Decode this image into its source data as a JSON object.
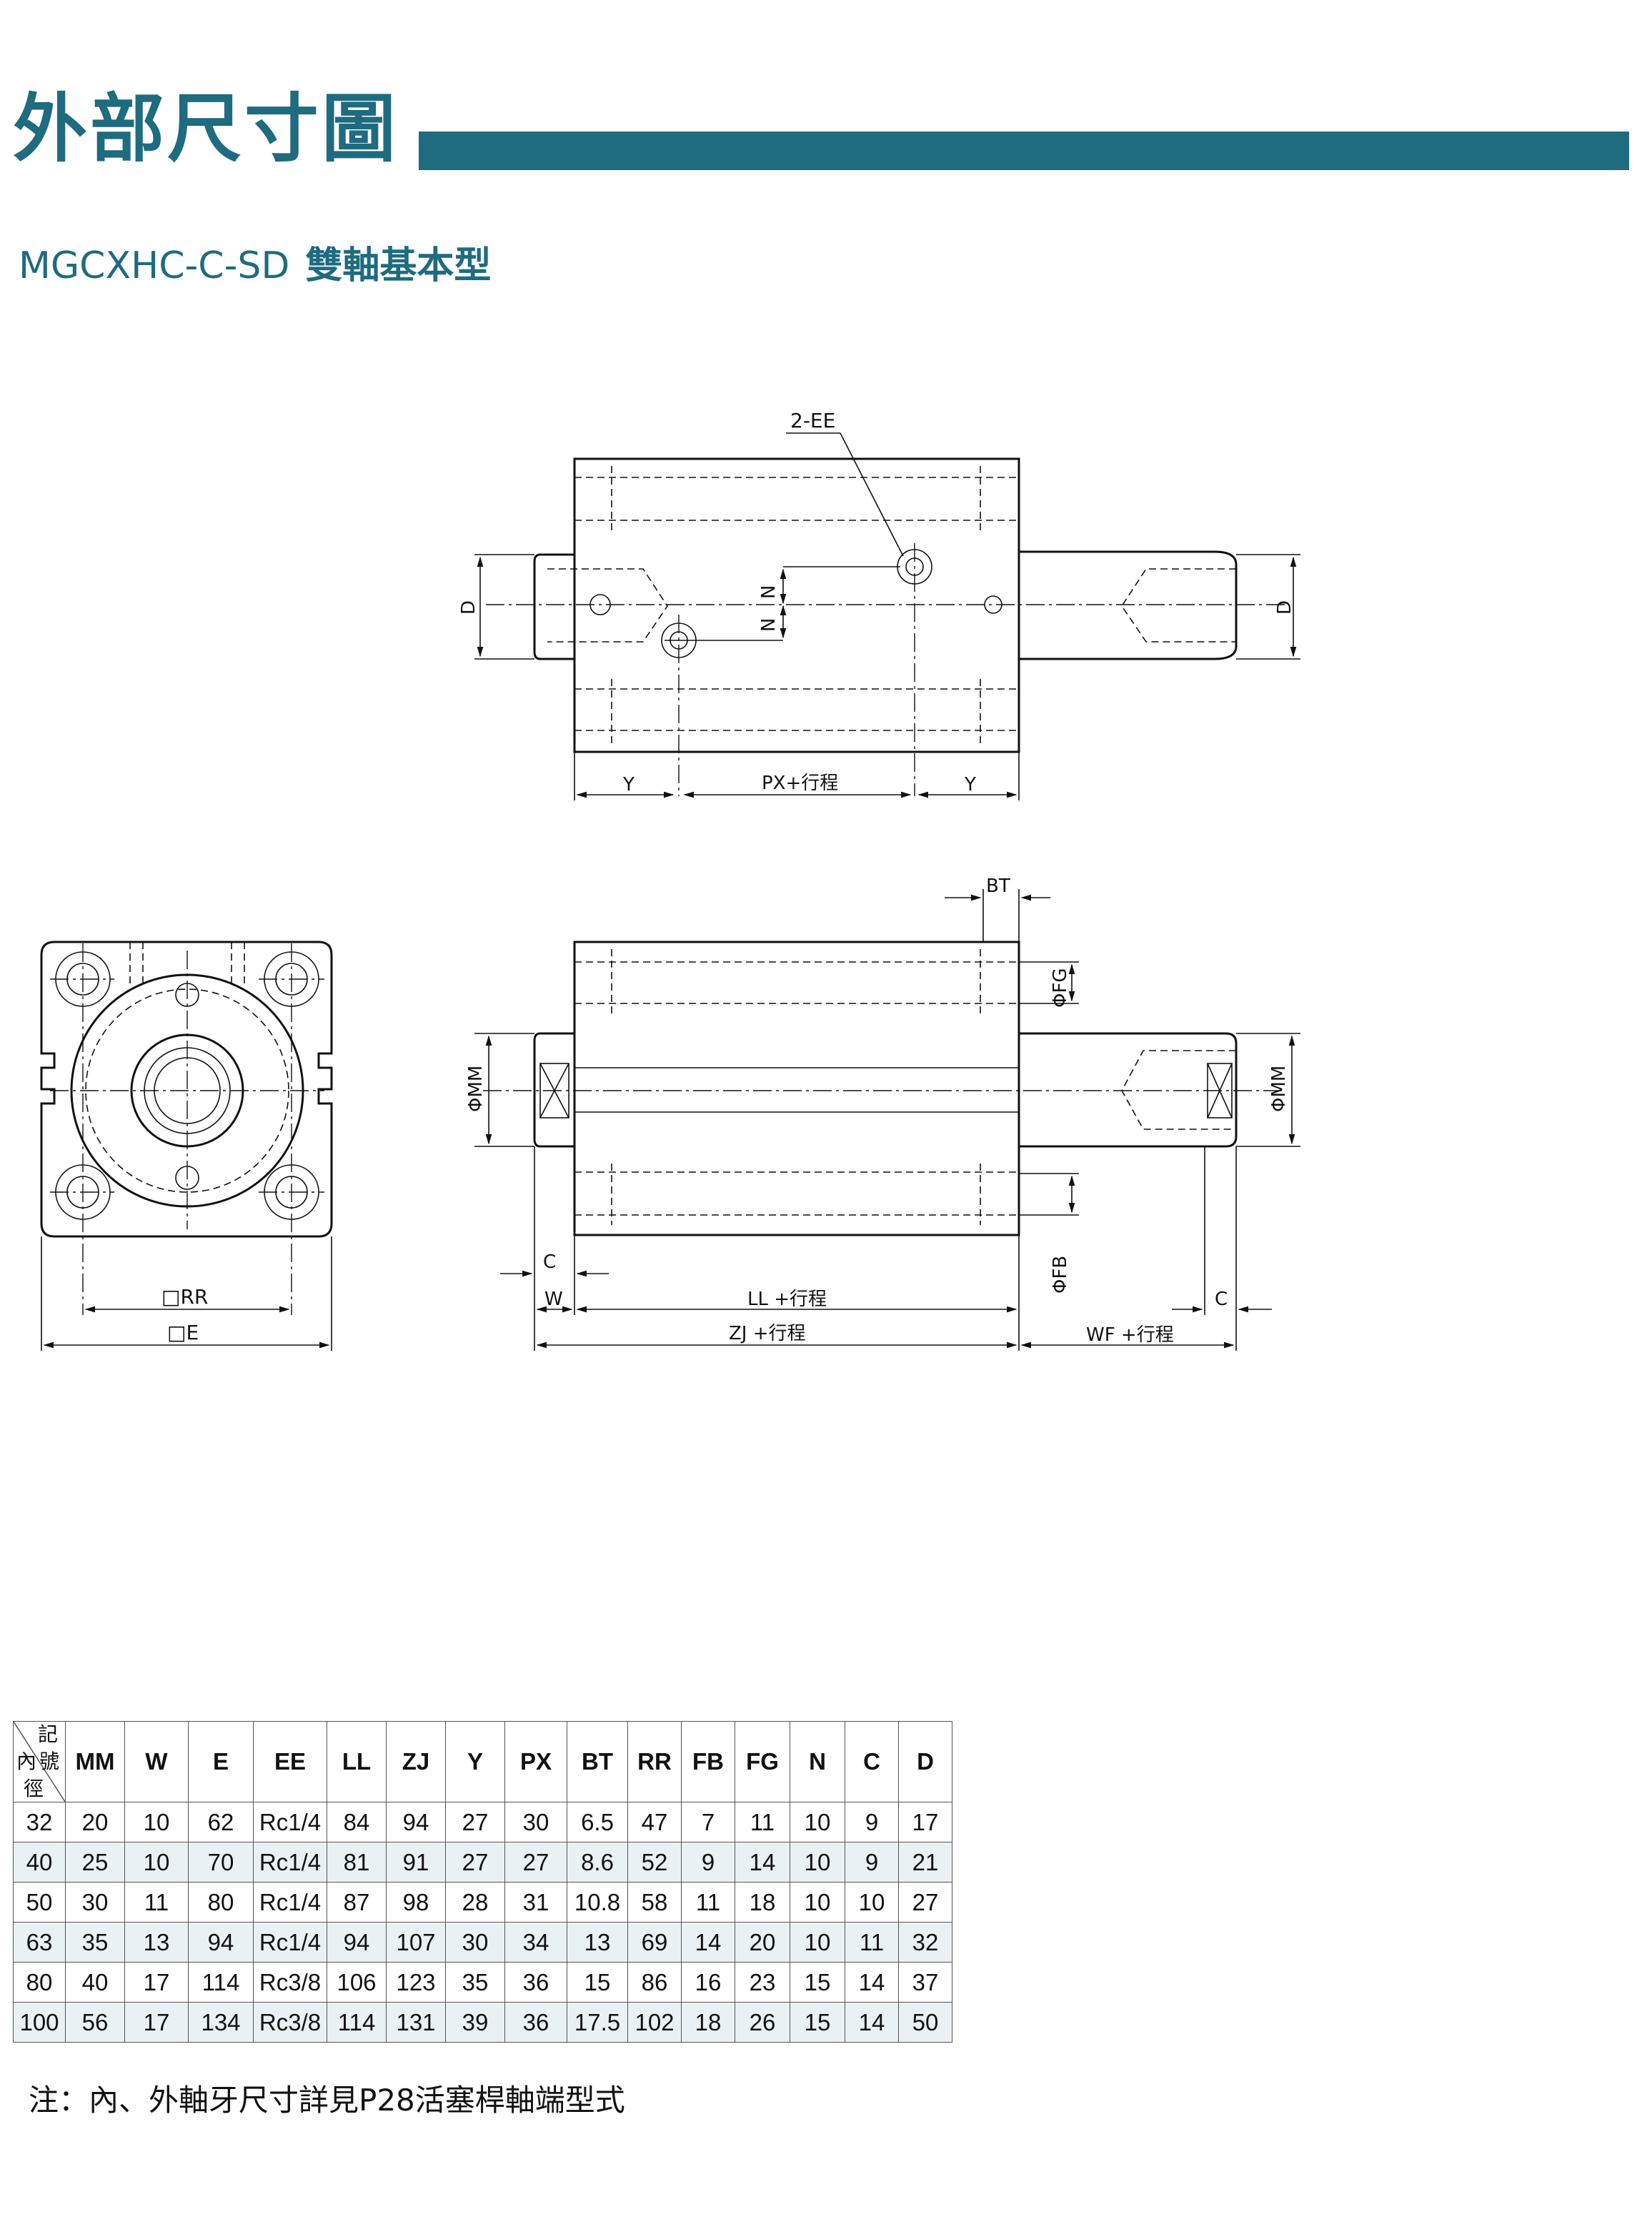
{
  "header": {
    "title": "外部尺寸圖",
    "model": "MGCXHC-C-SD",
    "model_desc": "雙軸基本型",
    "accent_color": "#1f6b80"
  },
  "drawing_top": {
    "labels": {
      "ee": "2-EE",
      "d_left": "D",
      "d_right": "D",
      "n1": "N",
      "n2": "N",
      "y_left": "Y",
      "px": "PX+行程",
      "y_right": "Y"
    }
  },
  "drawing_end": {
    "labels": {
      "rr": "□RR",
      "e": "□E"
    }
  },
  "drawing_side": {
    "labels": {
      "bt": "BT",
      "fg": "ΦFG",
      "fb": "ΦFB",
      "mm_left": "ΦMM",
      "mm_right": "ΦMM",
      "c_left": "C",
      "c_right": "C",
      "w": "W",
      "ll": "LL +行程",
      "zj": "ZJ +行程",
      "wf": "WF +行程"
    }
  },
  "table": {
    "corner": {
      "top": "記",
      "mid1": "內",
      "mid2": "號",
      "bot": "徑"
    },
    "columns": [
      "MM",
      "W",
      "E",
      "EE",
      "LL",
      "ZJ",
      "Y",
      "PX",
      "BT",
      "RR",
      "FB",
      "FG",
      "N",
      "C",
      "D"
    ],
    "rows": [
      [
        "32",
        "20",
        "10",
        "62",
        "Rc1/4",
        "84",
        "94",
        "27",
        "30",
        "6.5",
        "47",
        "7",
        "11",
        "10",
        "9",
        "17"
      ],
      [
        "40",
        "25",
        "10",
        "70",
        "Rc1/4",
        "81",
        "91",
        "27",
        "27",
        "8.6",
        "52",
        "9",
        "14",
        "10",
        "9",
        "21"
      ],
      [
        "50",
        "30",
        "11",
        "80",
        "Rc1/4",
        "87",
        "98",
        "28",
        "31",
        "10.8",
        "58",
        "11",
        "18",
        "10",
        "10",
        "27"
      ],
      [
        "63",
        "35",
        "13",
        "94",
        "Rc1/4",
        "94",
        "107",
        "30",
        "34",
        "13",
        "69",
        "14",
        "20",
        "10",
        "11",
        "32"
      ],
      [
        "80",
        "40",
        "17",
        "114",
        "Rc3/8",
        "106",
        "123",
        "35",
        "36",
        "15",
        "86",
        "16",
        "23",
        "15",
        "14",
        "37"
      ],
      [
        "100",
        "56",
        "17",
        "134",
        "Rc3/8",
        "114",
        "131",
        "39",
        "36",
        "17.5",
        "102",
        "18",
        "26",
        "15",
        "14",
        "50"
      ]
    ]
  },
  "note": "注：內、外軸牙尺寸詳見P28活塞桿軸端型式"
}
